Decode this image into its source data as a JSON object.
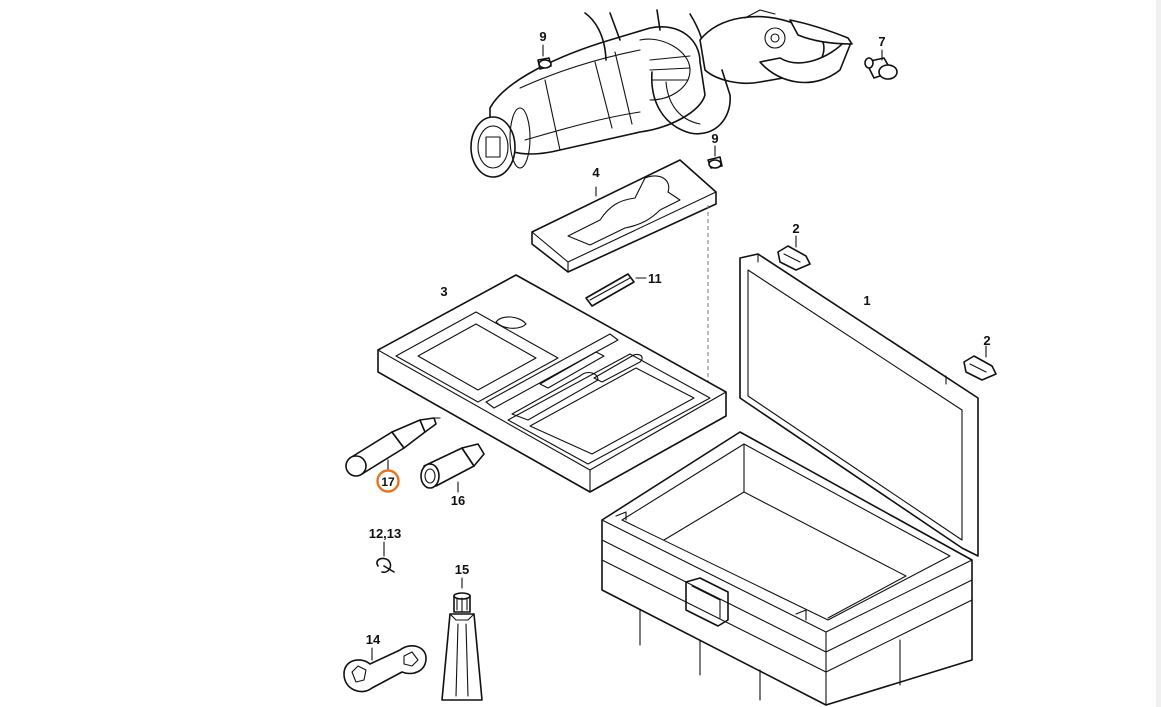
{
  "diagram": {
    "highlight_color": "#e8731e",
    "highlighted_part": "17",
    "labels": {
      "p1": "1",
      "p2a": "2",
      "p2b": "2",
      "p3": "3",
      "p4": "4",
      "p7": "7",
      "p9a": "9",
      "p9b": "9",
      "p11": "11",
      "p1213": "12,13",
      "p14": "14",
      "p15": "15",
      "p16": "16",
      "p17": "17"
    }
  }
}
